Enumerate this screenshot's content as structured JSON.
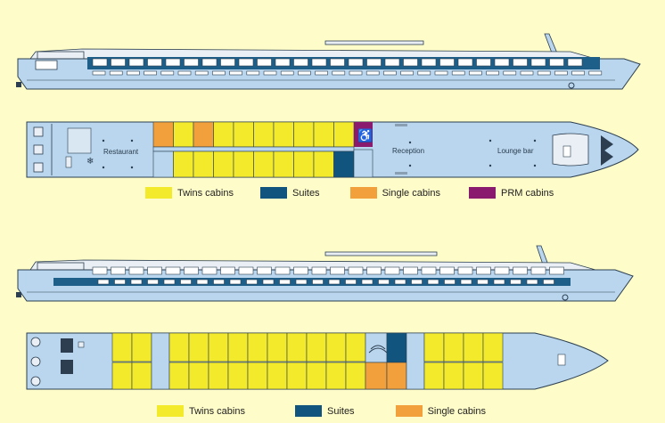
{
  "decks": {
    "upper": {
      "restaurant_label": "Restaurant",
      "reception_label": "Reception",
      "lounge_label": "Lounge bar"
    }
  },
  "legend_top": [
    {
      "key": "twins",
      "label": "Twins cabins"
    },
    {
      "key": "suites",
      "label": "Suites"
    },
    {
      "key": "single",
      "label": "Single cabins"
    },
    {
      "key": "prm",
      "label": "PRM cabins"
    }
  ],
  "legend_bottom": [
    {
      "key": "twins",
      "label": "Twins cabins"
    },
    {
      "key": "suites",
      "label": "Suites"
    },
    {
      "key": "single",
      "label": "Single cabins"
    }
  ],
  "colors": {
    "background": "#fefcc8",
    "hull": "#b9d6ee",
    "outline": "#2c3e50",
    "twins": "#f3ea2b",
    "suites": "#11557e",
    "single": "#f2a03c",
    "prm": "#8a1a6e",
    "stripe": "#1e5f8a"
  },
  "icons": {
    "prm": "wheelchair-icon",
    "snowflake": "snowflake-icon",
    "stairs": "stairs-icon",
    "lifebuoy": "lifebuoy-icon",
    "anchor": "anchor-icon"
  }
}
